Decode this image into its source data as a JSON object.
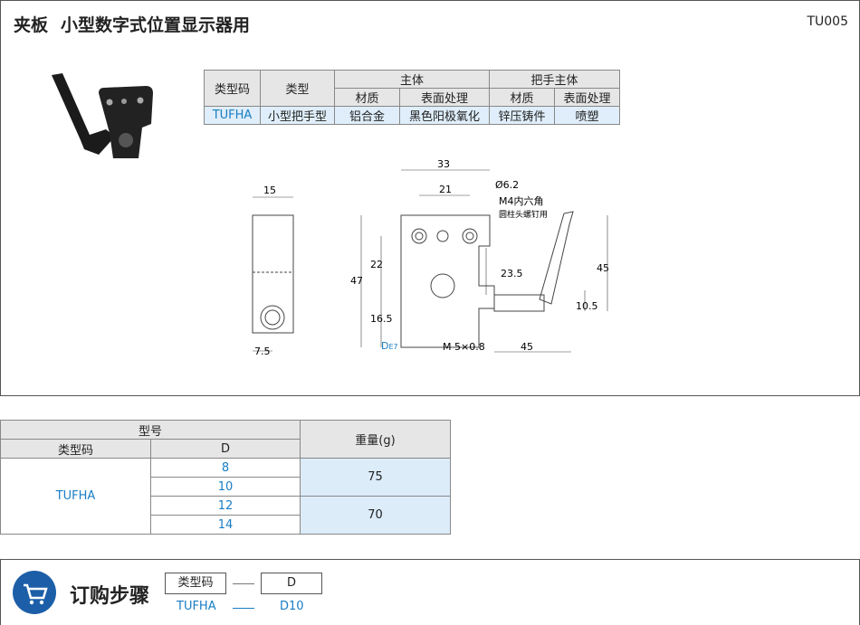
{
  "header": {
    "title_main": "夹板",
    "title_sub": "小型数字式位置显示器用",
    "code": "TU005"
  },
  "spec_table": {
    "col_type_code": "类型码",
    "col_type": "类型",
    "group_body": "主体",
    "group_handle": "把手主体",
    "sub_material": "材质",
    "sub_surface": "表面处理",
    "sub_material2": "材质",
    "sub_surface2": "表面处理",
    "row": {
      "type_code": "TUFHA",
      "type": "小型把手型",
      "material": "铝合金",
      "surface": "黑色阳极氧化",
      "material2": "锌压铸件",
      "surface2": "喷塑"
    }
  },
  "drawing": {
    "dims": {
      "d15": "15",
      "d33": "33",
      "phi": "Ø6.2",
      "d21": "21",
      "m4": "M4内六角",
      "m4sub": "圆柱头螺钉用",
      "d47": "47",
      "d22": "22",
      "d235": "23.5",
      "d165": "16.5",
      "d45v": "45",
      "d105": "10.5",
      "d75": "7.5",
      "det": "D",
      "det_sub": "E7",
      "m5": "M 5×0.8",
      "d45h": "45"
    }
  },
  "model_table": {
    "group_model": "型号",
    "col_type_code": "类型码",
    "col_d": "D",
    "col_weight": "重量(g)",
    "type_code": "TUFHA",
    "d_values": [
      "8",
      "10",
      "12",
      "14"
    ],
    "weights": [
      "75",
      "70"
    ]
  },
  "order": {
    "title": "订购步骤",
    "box1": "类型码",
    "box2": "D",
    "val1": "TUFHA",
    "val2": "D10"
  }
}
